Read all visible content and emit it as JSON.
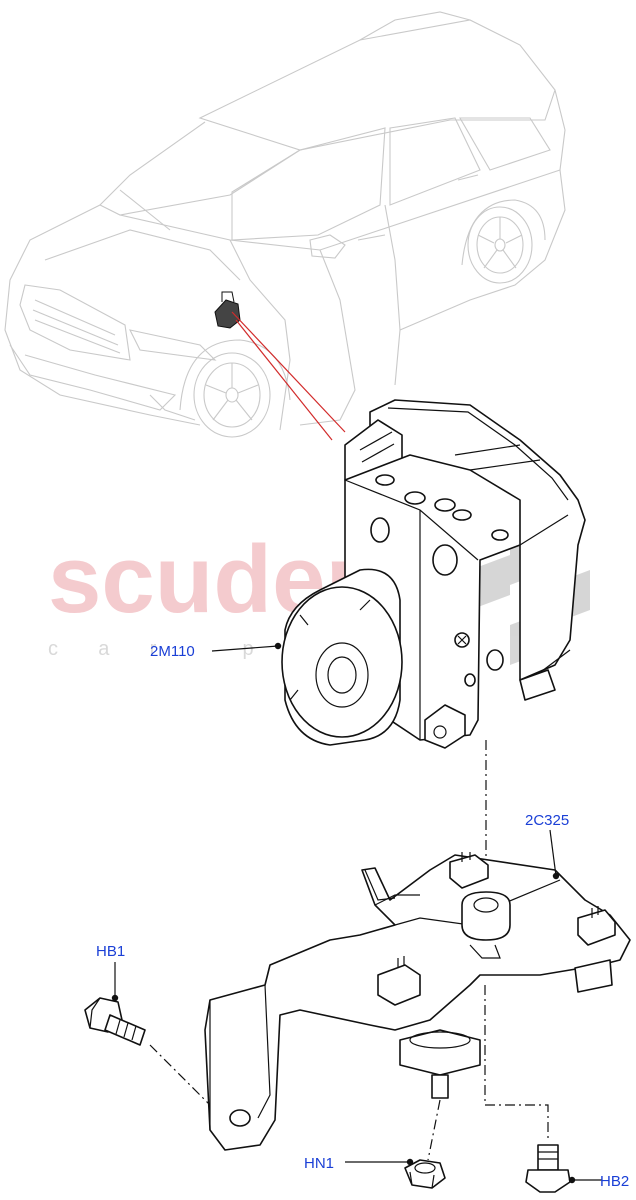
{
  "watermark": {
    "brand": "scuderia",
    "tagline": "c a r   p a r t s"
  },
  "callouts": [
    {
      "id": "abs-modulator",
      "label": "2M110"
    },
    {
      "id": "connector",
      "label": "2C325"
    },
    {
      "id": "bolt-1",
      "label": "HB1"
    },
    {
      "id": "nut-1",
      "label": "HN1"
    },
    {
      "id": "bolt-2",
      "label": "HB2"
    }
  ],
  "colors": {
    "callout_text": "#1a3fd6",
    "leader_line": "#111111",
    "location_line": "#d22b2b",
    "watermark_red": "#f3c2c6",
    "vehicle_outline": "#c9c9c9"
  }
}
